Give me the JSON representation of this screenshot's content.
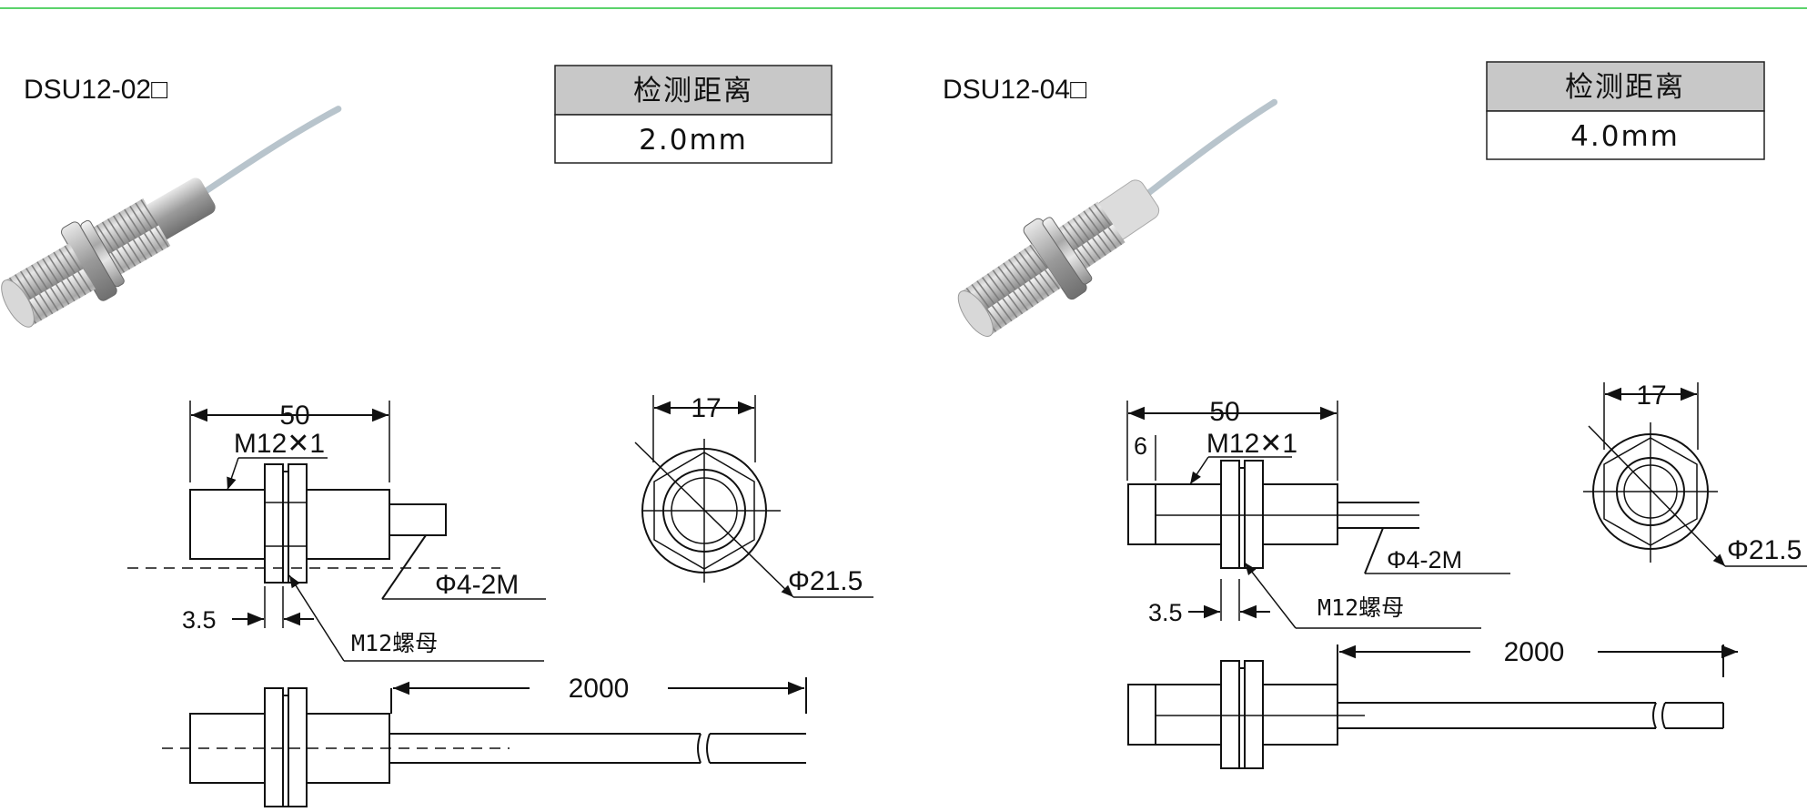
{
  "left": {
    "model": "DSU12-02□",
    "table": {
      "header": "检测距离",
      "value": "2.0mm"
    },
    "dims": {
      "length": "50",
      "thread": "M12✕1",
      "nut_width": "17",
      "cable": "Φ4-2M",
      "nut_dia": "Φ21.5",
      "offset": "3.5",
      "nut_label": "M12螺母",
      "cable_length": "2000"
    }
  },
  "right": {
    "model": "DSU12-04□",
    "table": {
      "header": "检测距离",
      "value": "4.0mm"
    },
    "dims": {
      "length": "50",
      "face": "6",
      "thread": "M12✕1",
      "nut_width": "17",
      "cable": "Φ4-2M",
      "nut_dia": "Φ21.5",
      "offset": "3.5",
      "nut_label": "M12螺母",
      "cable_length": "2000"
    }
  },
  "colors": {
    "top_rule": "#5bd36b",
    "table_header": "#c8c8c8"
  }
}
